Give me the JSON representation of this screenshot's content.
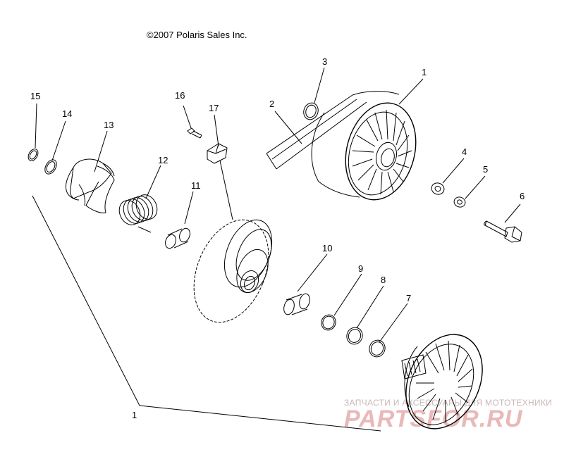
{
  "copyright": "©2007 Polaris Sales Inc.",
  "watermark": {
    "text": "ЗАПЧАСТИ И АКСЕССУАРЫ ДЛЯ МОТОТЕХНИКИ",
    "logo": "PARTSFOR.RU"
  },
  "callouts": {
    "c1a": "1",
    "c1b": "1",
    "c2": "2",
    "c3": "3",
    "c4": "4",
    "c5": "5",
    "c6": "6",
    "c7": "7",
    "c8": "8",
    "c9": "9",
    "c10": "10",
    "c11": "11",
    "c12": "12",
    "c13": "13",
    "c14": "14",
    "c15": "15",
    "c16": "16",
    "c17": "17"
  }
}
